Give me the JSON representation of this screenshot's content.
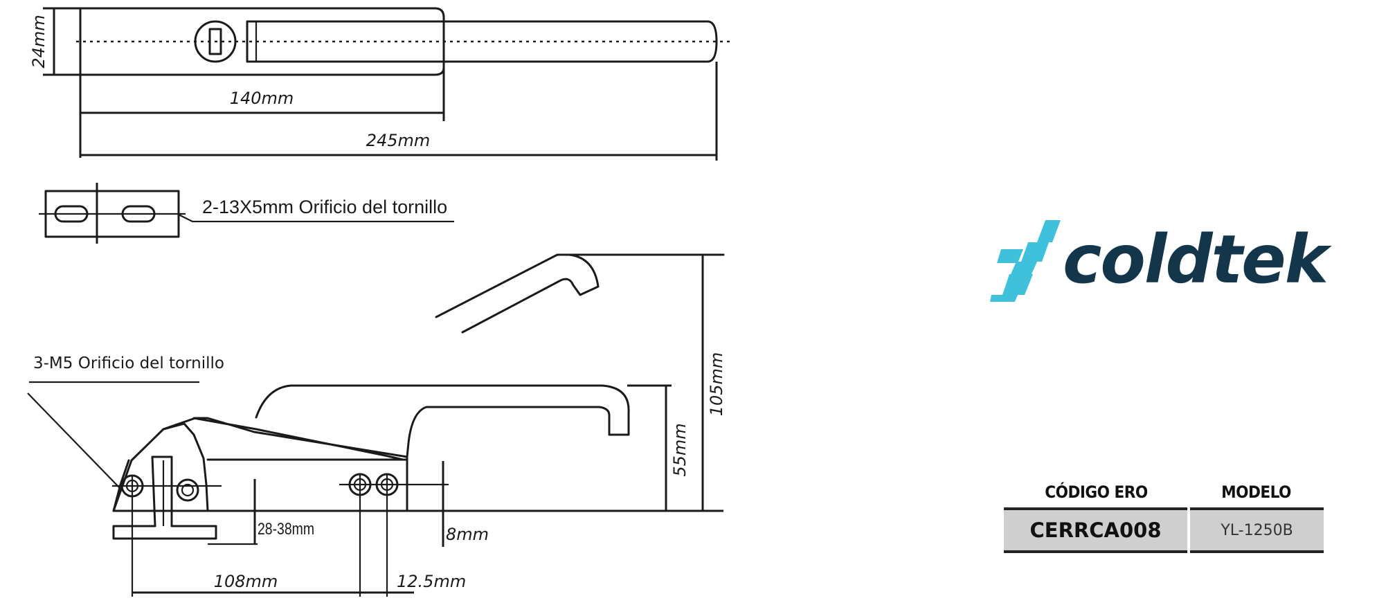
{
  "drawing": {
    "dimensions": {
      "width_24": "24mm",
      "length_140": "140mm",
      "length_245": "245mm",
      "height_55": "55mm",
      "height_105": "105mm",
      "range_28_38": "28-38mm",
      "offset_8": "8mm",
      "spacing_108": "108mm",
      "spacing_12_5": "12.5mm"
    },
    "notes": {
      "slot_holes": "2-13X5mm Orificio del tornillo",
      "screw_holes": "3-M5 Orificio del tornillo"
    }
  },
  "brand": {
    "name": "coldtek",
    "colors": {
      "primary": "#14364a",
      "accent": "#3fc0db"
    }
  },
  "spec_table": {
    "headers": [
      "CÓDIGO ERO",
      "MODELO"
    ],
    "row": {
      "code": "CERRCA008",
      "model": "YL-1250B"
    }
  }
}
